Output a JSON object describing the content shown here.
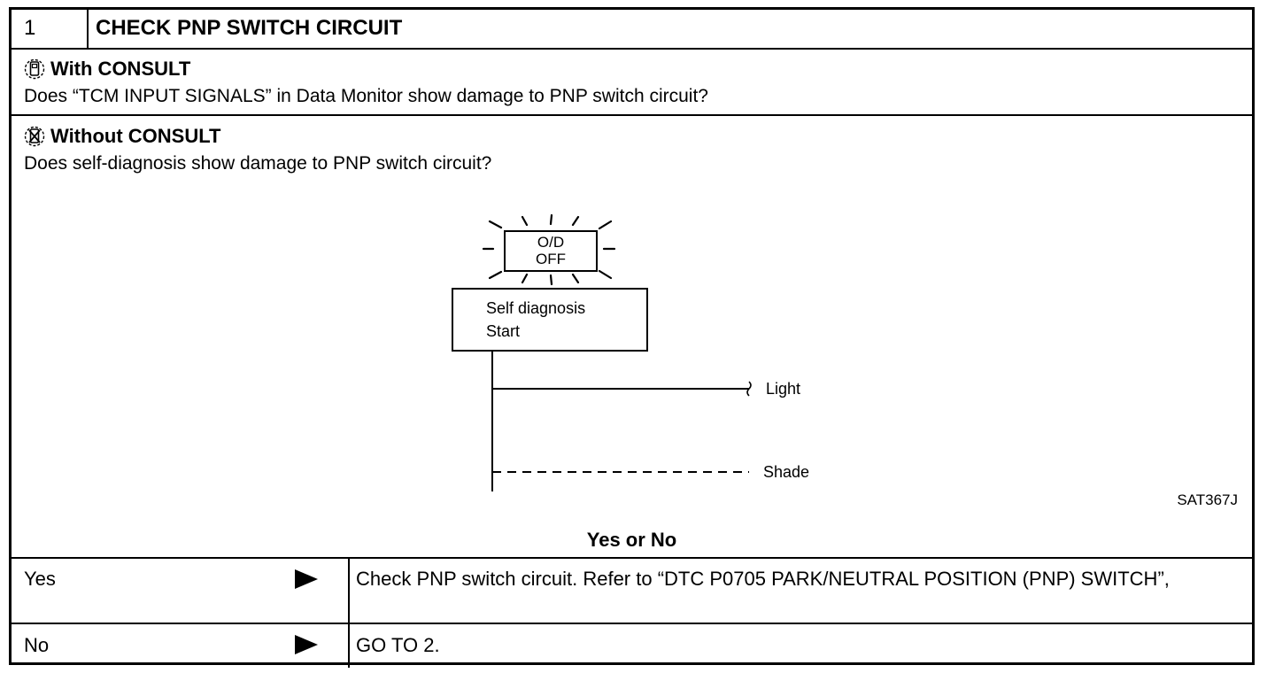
{
  "step": {
    "number": "1",
    "title": "CHECK PNP SWITCH CIRCUIT"
  },
  "with_consult": {
    "heading": "With CONSULT",
    "icon": "consult-tester-icon",
    "question": "Does “TCM INPUT SIGNALS” in Data Monitor show damage to PNP switch circuit?"
  },
  "without_consult": {
    "heading": "Without CONSULT",
    "icon": "no-consult-tester-icon",
    "question": "Does self-diagnosis show damage to PNP switch circuit?"
  },
  "diagram": {
    "lamp_line1": "O/D",
    "lamp_line2": "OFF",
    "box_line1": "Self  diagnosis",
    "box_line2": "Start",
    "light_label": "Light",
    "shade_label": "Shade",
    "figure_id": "SAT367J"
  },
  "decision_label": "Yes or No",
  "outcomes": [
    {
      "label": "Yes",
      "action": "Check PNP switch circuit. Refer to “DTC P0705 PARK/NEUTRAL POSITION (PNP) SWITCH”,"
    },
    {
      "label": "No",
      "action": "GO TO 2."
    }
  ]
}
